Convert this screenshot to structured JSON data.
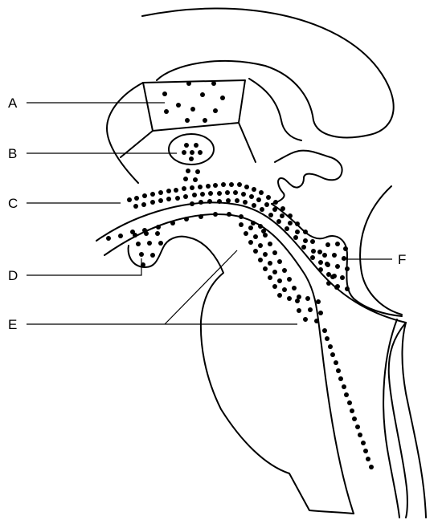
{
  "diagram": {
    "labels": {
      "a": "A",
      "b": "B",
      "c": "C",
      "d": "D",
      "e": "E",
      "f": "F"
    },
    "colors": {
      "stroke": "#000000",
      "dots": "#000000",
      "background": "#ffffff"
    }
  }
}
